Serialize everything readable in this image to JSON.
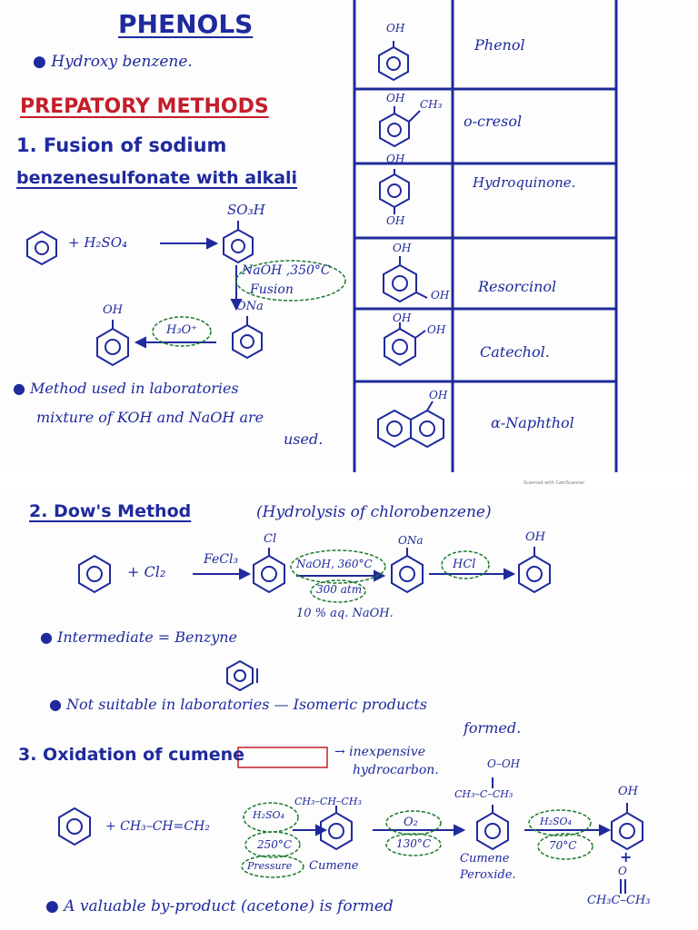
{
  "header": {
    "title": "PHENOLS",
    "bullet": "Hydroxy benzene."
  },
  "methods": {
    "heading": "PREPATORY METHODS",
    "m1_title_a": "1. Fusion of sodium",
    "m1_title_b": "benzenesulfonate with alkali",
    "m1": {
      "reagent": "+ H₂SO₄",
      "so3h": "SO₃H",
      "cond_a": "NaOH ,350°C",
      "cond_b": "Fusion",
      "ona": "ONa",
      "h3o": "H₃O⁺",
      "oh": "OH"
    },
    "m1_note_a": "Method used in laboratories",
    "m1_note_b": "mixture of KOH and NaOH are",
    "m1_note_c": "used.",
    "m2": {
      "title": "2. Dow's Method",
      "subtitle": "(Hydrolysis of chlorobenzene)",
      "cl2": "+ Cl₂",
      "fecl3": "FeCl₃",
      "cl": "Cl",
      "cond_a": "NaOH, 360°C",
      "cond_b": "300 atm",
      "cond_c": "10 % aq. NaOH.",
      "ona": "ONa",
      "hcl": "HCl",
      "oh": "OH",
      "intermediate": "Intermediate = Benzyne",
      "not_suitable": "Not suitable in laboratories — Isomeric products",
      "formed": "formed."
    },
    "m3": {
      "title": "3. Oxidation of cumene",
      "note_a": "→ inexpensive",
      "note_b": "hydrocarbon.",
      "propene": "+ CH₃–CH=CH₂",
      "h2so4": "H₂SO₄",
      "t250": "250°C",
      "pressure": "Pressure",
      "cumene_top": "CH₃–CH–CH₃",
      "cumene": "Cumene",
      "o2": "O₂",
      "t130": "130°C",
      "peroxide_top": "O–OH",
      "peroxide_mid": "CH₃–C–CH₃",
      "peroxide_a": "Cumene",
      "peroxide_b": "Peroxide.",
      "h2so4b": "H₂SO₄",
      "t70": "70°C",
      "oh": "OH",
      "plus": "+",
      "o": "O",
      "acetone": "CH₃C–CH₃",
      "byproduct": "A valuable by-product (acetone) is formed"
    }
  },
  "table": {
    "rows": [
      {
        "sub": "OH",
        "sub2": "",
        "name": "Phenol"
      },
      {
        "sub": "OH",
        "sub2": "CH₃",
        "name": "o-cresol"
      },
      {
        "sub": "OH",
        "sub2": "OH",
        "name": "Hydroquinone."
      },
      {
        "sub": "OH",
        "sub2": "OH",
        "name": "Resorcinol"
      },
      {
        "sub": "OH",
        "sub2": "OH",
        "name": "Catechol."
      },
      {
        "sub": "OH",
        "sub2": "",
        "name": "α-Naphthol"
      }
    ]
  },
  "scan_note": "Scanned with CamScanner",
  "colors": {
    "ink": "#1f2a9c",
    "red": "#c41e2a",
    "green": "#1d7a2d"
  }
}
